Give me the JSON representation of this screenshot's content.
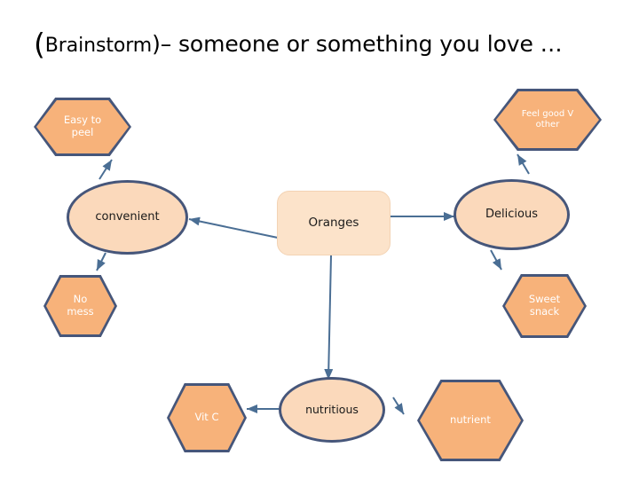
{
  "title": {
    "paren": "(",
    "brainstorm": "Brainstorm",
    "rest": ")– someone or something you love …"
  },
  "colors": {
    "hex_fill": "#F7B27A",
    "ellipse_fill": "#FBD9BB",
    "center_fill": "#FCE3CA",
    "outline": "#46567A",
    "connector": "#4A6E94",
    "hex_text": "#FFFFFF",
    "ellipse_text": "#1A1A1A",
    "background": "#FFFFFF"
  },
  "diagram": {
    "type": "mind-map",
    "center": {
      "label": "Oranges",
      "shape": "rounded-rectangle"
    },
    "branches": [
      {
        "label": "convenient",
        "shape": "ellipse",
        "children": [
          {
            "label": "Easy to peel",
            "line1": "Easy to",
            "line2": "peel",
            "shape": "hexagon"
          },
          {
            "label": "No mess",
            "line1": "No",
            "line2": "mess",
            "shape": "hexagon"
          }
        ]
      },
      {
        "label": "Delicious",
        "shape": "ellipse",
        "children": [
          {
            "label": "Feel good V other",
            "line1": "Feel good V",
            "line2": "other",
            "shape": "hexagon"
          },
          {
            "label": "Sweet snack",
            "line1": "Sweet",
            "line2": "snack",
            "shape": "hexagon"
          }
        ]
      },
      {
        "label": "nutritious",
        "shape": "ellipse",
        "children": [
          {
            "label": "Vit C",
            "line1": "Vit C",
            "line2": "",
            "shape": "hexagon"
          },
          {
            "label": "nutrient",
            "line1": "nutrient",
            "line2": "",
            "shape": "hexagon"
          }
        ]
      }
    ],
    "connectors": [
      {
        "from": "Oranges",
        "to": "convenient",
        "arrow": "to"
      },
      {
        "from": "Oranges",
        "to": "Delicious",
        "arrow": "to"
      },
      {
        "from": "Oranges",
        "to": "nutritious",
        "arrow": "to"
      },
      {
        "from": "convenient",
        "to": "Easy to peel",
        "arrow": "to"
      },
      {
        "from": "convenient",
        "to": "No mess",
        "arrow": "to"
      },
      {
        "from": "Delicious",
        "to": "Feel good V other",
        "arrow": "to"
      },
      {
        "from": "Delicious",
        "to": "Sweet snack",
        "arrow": "to"
      },
      {
        "from": "nutritious",
        "to": "Vit C",
        "arrow": "to"
      },
      {
        "from": "nutritious",
        "to": "nutrient",
        "arrow": "to"
      }
    ]
  }
}
